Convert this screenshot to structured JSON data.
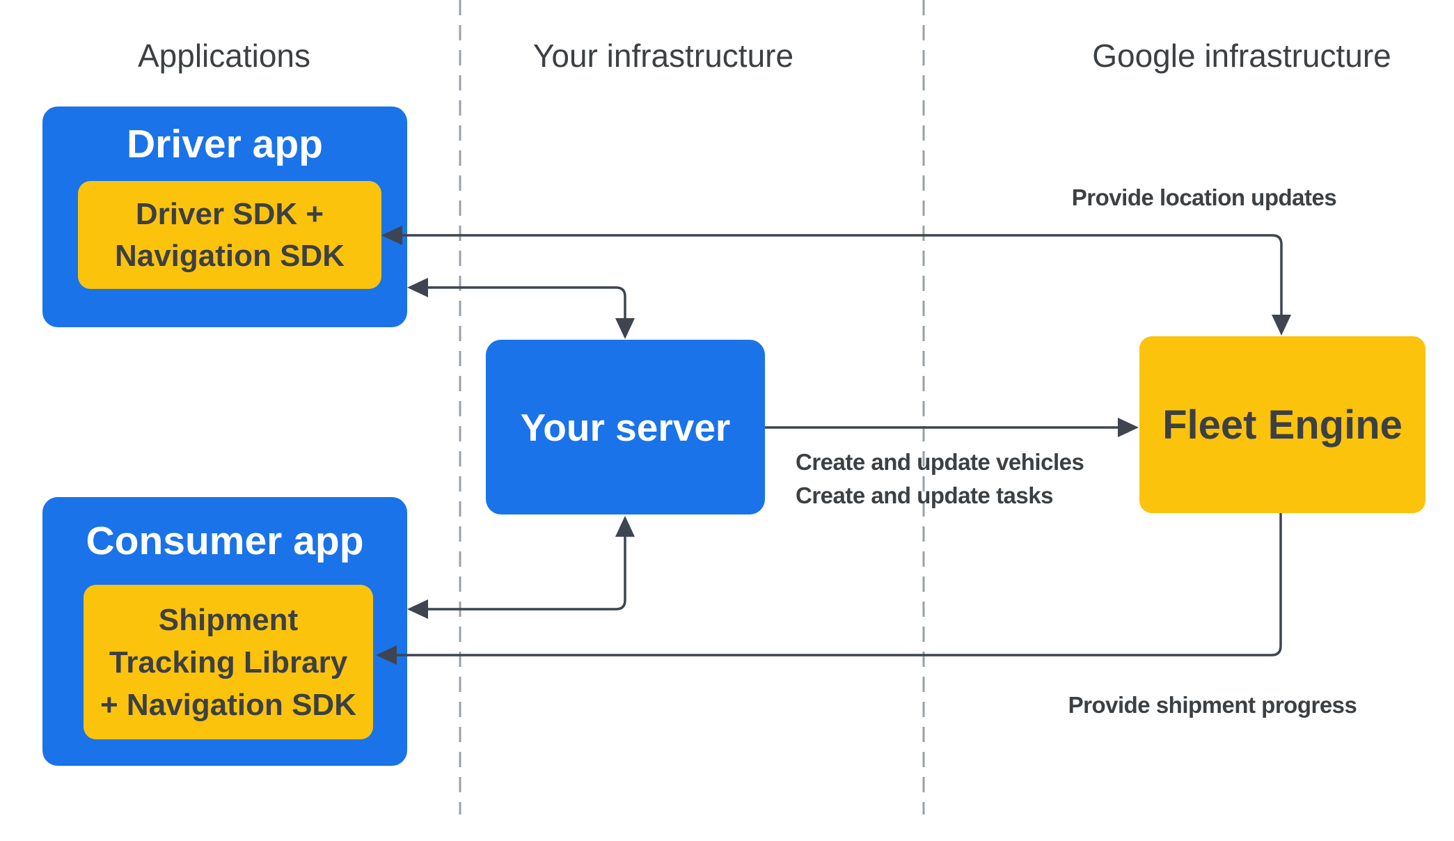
{
  "columns": [
    {
      "id": "applications",
      "label": "Applications"
    },
    {
      "id": "your-infrastructure",
      "label": "Your infrastructure"
    },
    {
      "id": "google-infrastructure",
      "label": "Google infrastructure"
    }
  ],
  "nodes": {
    "driver_app": {
      "title": "Driver app",
      "sdk_label": "Driver SDK +\nNavigation SDK"
    },
    "consumer_app": {
      "title": "Consumer app",
      "sdk_label": "Shipment\nTracking Library\n+ Navigation SDK"
    },
    "your_server": {
      "title": "Your server"
    },
    "fleet_engine": {
      "title": "Fleet Engine"
    }
  },
  "edge_labels": {
    "location_updates": "Provide location updates",
    "create_update": "Create and update vehicles\nCreate and update tasks",
    "shipment_progress": "Provide shipment progress"
  },
  "colors": {
    "node_blue": "#1a73e8",
    "node_yellow": "#fcc30d",
    "text_on_blue": "#ffffff",
    "text_dark": "#3c4043",
    "arrow": "#3e4450",
    "column_divider": "#9aa0a6",
    "page_bg": "#ffffff"
  }
}
